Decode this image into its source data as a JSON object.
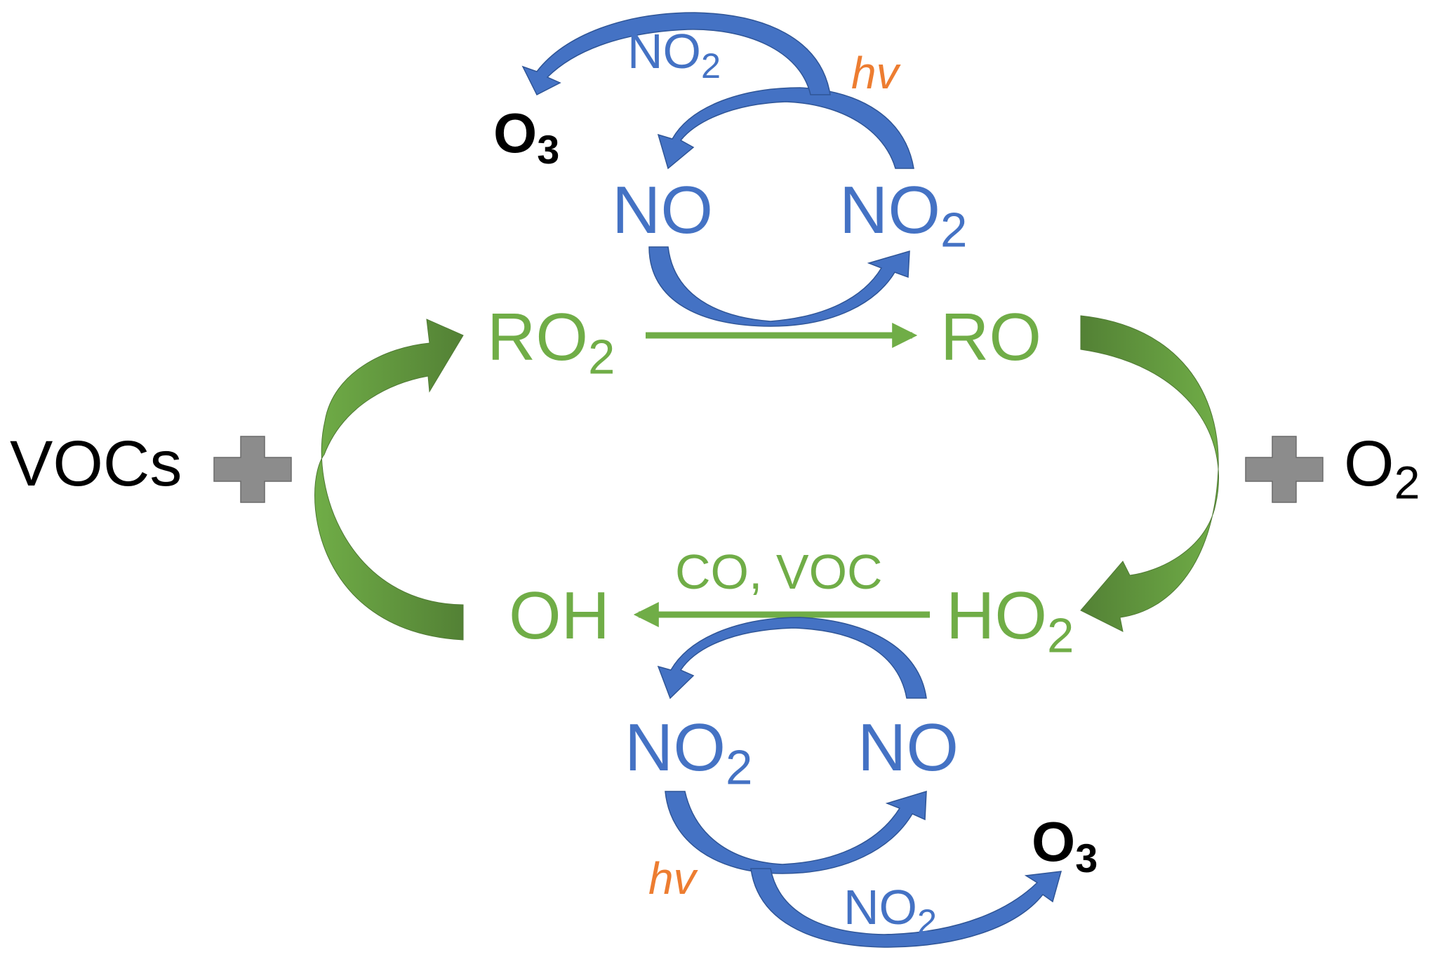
{
  "diagram": {
    "colors": {
      "green_light": "#70ad47",
      "green_dark": "#538135",
      "blue_light": "#4472c4",
      "blue_dark": "#2f5597",
      "plus_gray": "#8c8c8c",
      "orange": "#ed7d31"
    },
    "reactants": {
      "vocs": "VOCs",
      "o2": {
        "main": "O",
        "sub": "2"
      }
    },
    "radicals": {
      "ro2": {
        "main": "RO",
        "sub": "2"
      },
      "ro": {
        "main": "RO"
      },
      "ho2": {
        "main": "HO",
        "sub": "2"
      },
      "oh": {
        "main": "OH"
      }
    },
    "ho2_to_oh_reagent": "CO, VOC",
    "top_cycle": {
      "no": "NO",
      "no2": {
        "main": "NO",
        "sub": "2"
      },
      "photolysis": "hv",
      "photolysis_species": {
        "main": "NO",
        "sub": "2"
      },
      "ozone": {
        "main": "O",
        "sub": "3"
      }
    },
    "bottom_cycle": {
      "no": "NO",
      "no2": {
        "main": "NO",
        "sub": "2"
      },
      "photolysis": "hv",
      "photolysis_species": {
        "main": "NO",
        "sub": "2"
      },
      "ozone": {
        "main": "O",
        "sub": "3"
      }
    }
  }
}
